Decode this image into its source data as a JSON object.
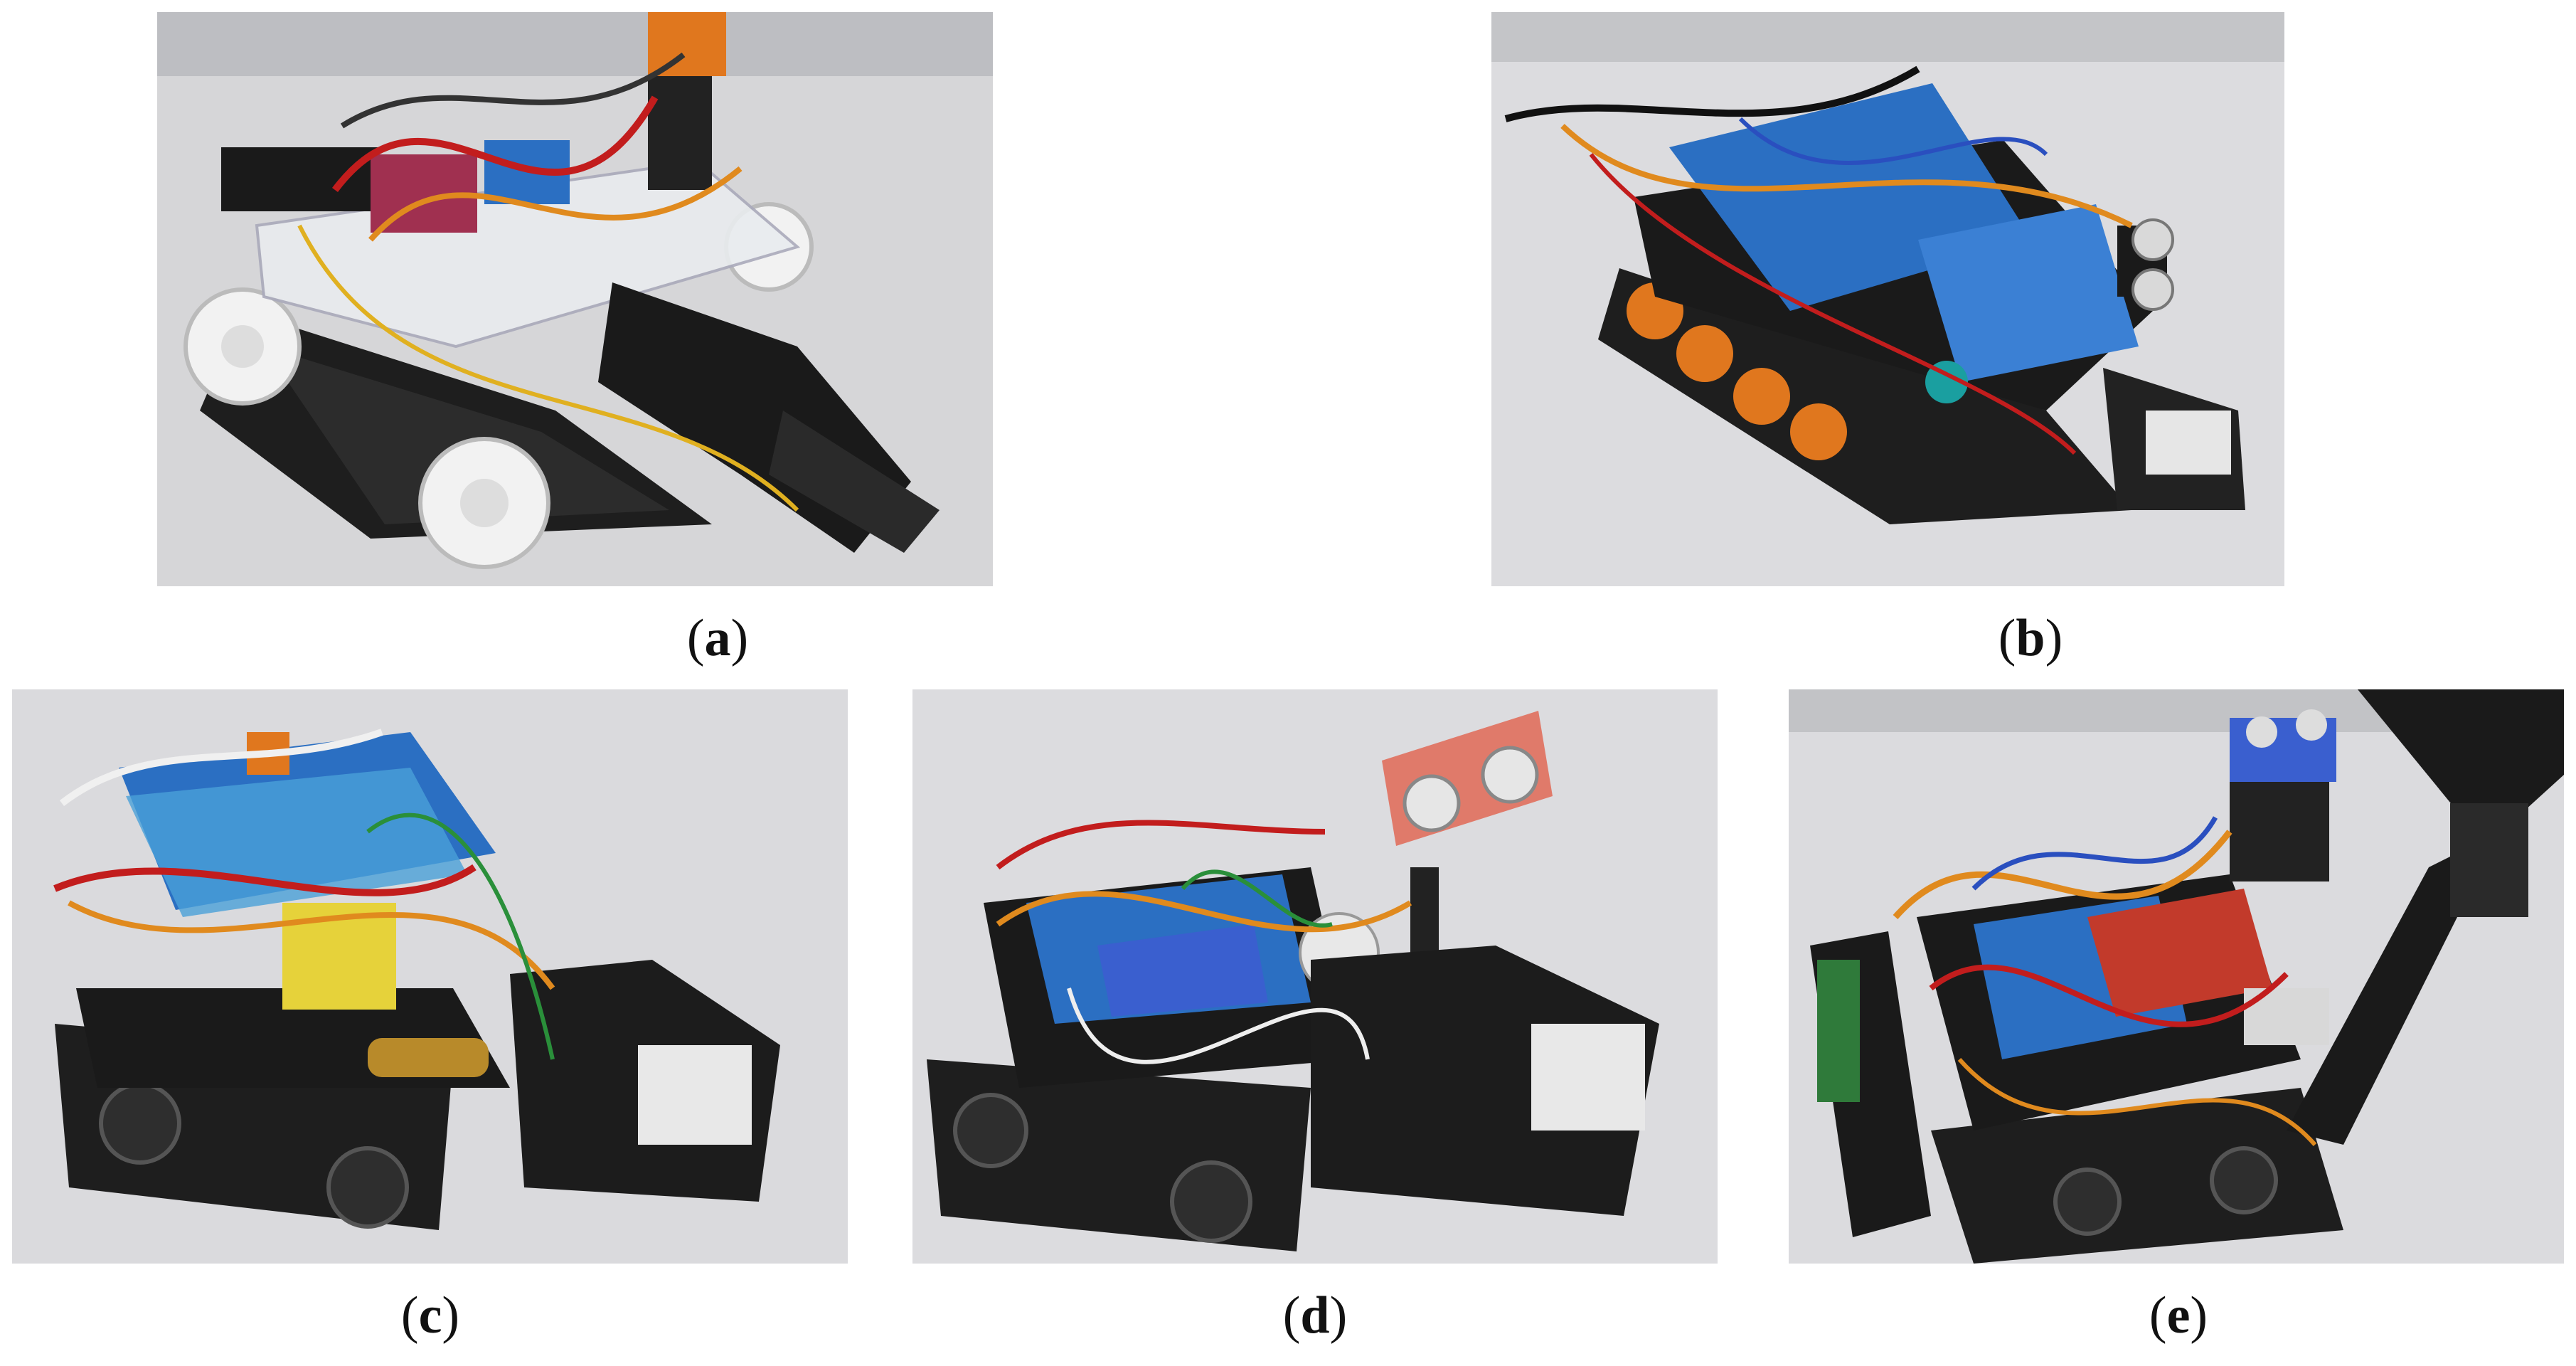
{
  "figure": {
    "panels": [
      {
        "id": "a",
        "label_open": "(",
        "label_letter": "a",
        "label_close": ")"
      },
      {
        "id": "b",
        "label_open": "(",
        "label_letter": "b",
        "label_close": ")"
      },
      {
        "id": "c",
        "label_open": "(",
        "label_letter": "c",
        "label_close": ")"
      },
      {
        "id": "d",
        "label_open": "(",
        "label_letter": "d",
        "label_close": ")"
      },
      {
        "id": "e",
        "label_open": "(",
        "label_letter": "e",
        "label_close": ")"
      }
    ]
  },
  "colors": {
    "background": "#d9d9dc",
    "track": "#1e1e1e",
    "chassis": "#2a2a2a",
    "board_blue": "#2b6fc2",
    "board_red": "#c23a2b",
    "wire_orange": "#e08a1e",
    "wire_red": "#c21d1d",
    "wheel_white": "#f2f2f2",
    "wheel_orange": "#e0771e",
    "sensor_blue": "#3a5fcf",
    "sensor_pink": "#e07a6a",
    "battery_yellow": "#e6d23a",
    "brass": "#b88a2a"
  }
}
